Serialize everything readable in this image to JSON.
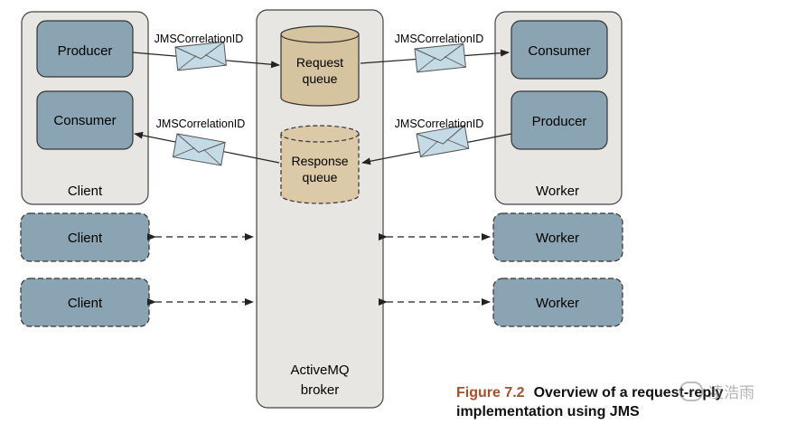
{
  "broker": {
    "name": "ActiveMQ",
    "subtitle": "broker"
  },
  "client_main": {
    "label": "Client",
    "producer": "Producer",
    "consumer": "Consumer"
  },
  "worker_main": {
    "label": "Worker",
    "consumer": "Consumer",
    "producer": "Producer"
  },
  "queues": {
    "request": {
      "line1": "Request",
      "line2": "queue"
    },
    "response": {
      "line1": "Response",
      "line2": "queue"
    }
  },
  "messages": {
    "req_in": "JMSCorrelationID",
    "req_out": "JMSCorrelationID",
    "resp_in": "JMSCorrelationID",
    "resp_out": "JMSCorrelationID"
  },
  "extra_clients": [
    "Client",
    "Client"
  ],
  "extra_workers": [
    "Worker",
    "Worker"
  ],
  "caption": {
    "figure": "Figure 7.2",
    "text": "Overview of a request-reply implementation using JMS"
  },
  "watermark": "凌浩雨",
  "colors": {
    "box_fill": "#e7e6e3",
    "inner_fill": "#8aa4b3",
    "queue_fill": "#d6c3a0",
    "queue_fill_dashed": "#dcc9a8",
    "envelope_fill": "#c4dbe6",
    "caption_number": "#a0522d"
  }
}
